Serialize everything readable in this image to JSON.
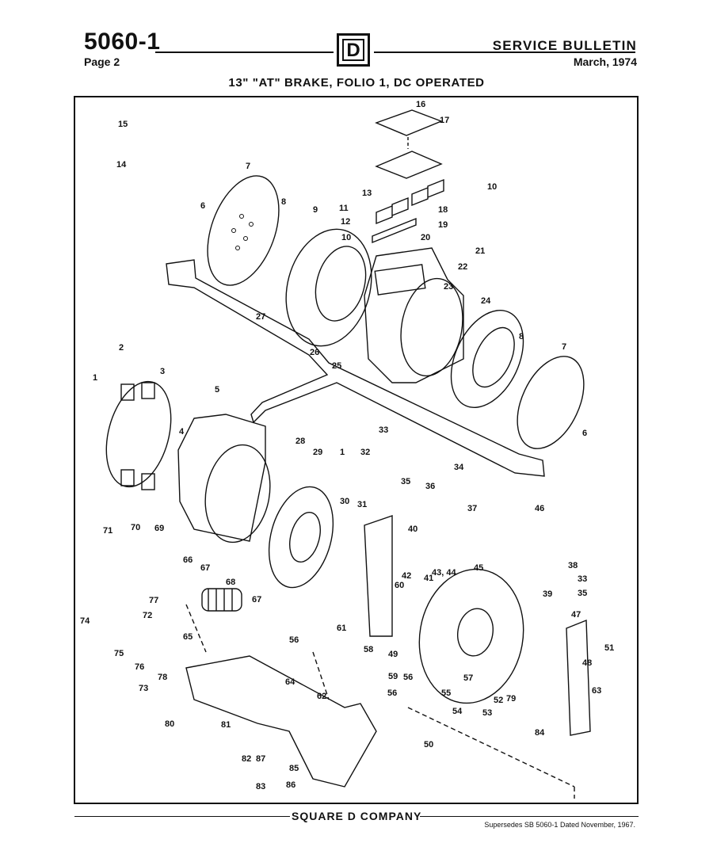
{
  "header": {
    "bulletin_number": "5060-1",
    "page": "Page 2",
    "type": "SERVICE BULLETIN",
    "date": "March, 1974",
    "logo_letter": "D"
  },
  "title": "13\" \"AT\" BRAKE, FOLIO 1, DC OPERATED",
  "diagram": {
    "callouts": [
      "16",
      "17",
      "15",
      "14",
      "13",
      "10",
      "7",
      "6",
      "8",
      "9",
      "11",
      "12",
      "18",
      "19",
      "10",
      "20",
      "21",
      "22",
      "23",
      "24",
      "27",
      "26",
      "25",
      "8",
      "7",
      "6",
      "2",
      "1",
      "3",
      "4",
      "5",
      "28",
      "29",
      "1",
      "33",
      "32",
      "34",
      "35",
      "36",
      "30",
      "31",
      "37",
      "46",
      "71",
      "70",
      "69",
      "66",
      "67",
      "68",
      "67",
      "40",
      "43, 44",
      "41",
      "45",
      "42",
      "60",
      "38",
      "33",
      "39",
      "35",
      "47",
      "51",
      "48",
      "74",
      "75",
      "76",
      "73",
      "72",
      "77",
      "78",
      "65",
      "56",
      "61",
      "58",
      "59",
      "56",
      "57",
      "49",
      "63",
      "64",
      "62",
      "56",
      "55",
      "54",
      "53",
      "52",
      "79",
      "80",
      "81",
      "82",
      "87",
      "50",
      "84",
      "85",
      "86",
      "83"
    ]
  },
  "footer": {
    "brand": "SQUARE D COMPANY",
    "supersedes": "Supersedes SB 5060-1 Dated November, 1967."
  }
}
